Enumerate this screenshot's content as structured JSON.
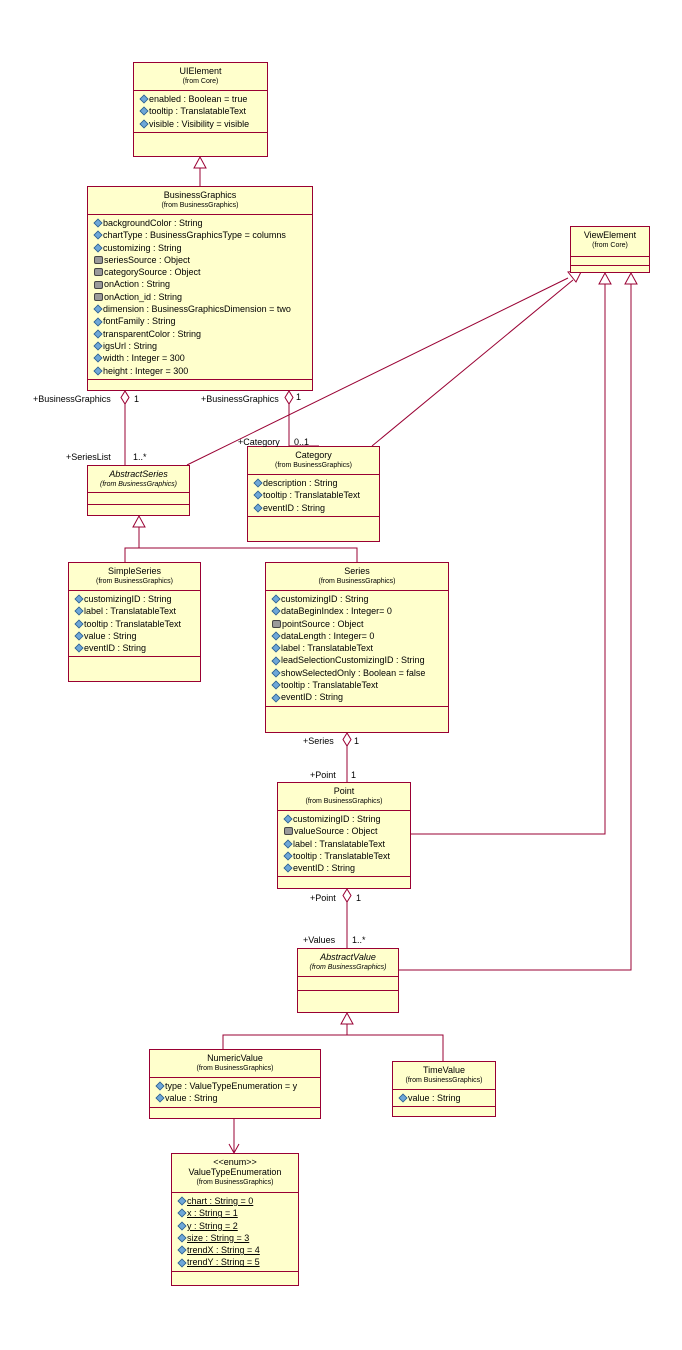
{
  "classes": {
    "uielement": {
      "name": "UIElement",
      "from": "(from Core)",
      "attrs": [
        {
          "t": "enabled : Boolean = true",
          "v": "pub"
        },
        {
          "t": "tooltip : TranslatableText",
          "v": "pub"
        },
        {
          "t": "visible : Visibility = visible",
          "v": "pub"
        }
      ]
    },
    "businessgraphics": {
      "name": "BusinessGraphics",
      "from": "(from BusinessGraphics)",
      "attrs": [
        {
          "t": "backgroundColor : String",
          "v": "pub"
        },
        {
          "t": "chartType : BusinessGraphicsType = columns",
          "v": "pub"
        },
        {
          "t": "customizing : String",
          "v": "pub"
        },
        {
          "t": "seriesSource : Object",
          "v": "prv"
        },
        {
          "t": "categorySource : Object",
          "v": "prv"
        },
        {
          "t": "onAction : String",
          "v": "prv"
        },
        {
          "t": "onAction_id : String",
          "v": "prv"
        },
        {
          "t": "dimension : BusinessGraphicsDimension = two",
          "v": "pub"
        },
        {
          "t": "fontFamily : String",
          "v": "pub"
        },
        {
          "t": "transparentColor : String",
          "v": "pub"
        },
        {
          "t": "igsUrl : String",
          "v": "pub"
        },
        {
          "t": "width : Integer = 300",
          "v": "pub"
        },
        {
          "t": "height : Integer = 300",
          "v": "pub"
        }
      ]
    },
    "viewelement": {
      "name": "ViewElement",
      "from": "(from Core)",
      "attrs": []
    },
    "abstractseries": {
      "name": "AbstractSeries",
      "from": "(from BusinessGraphics)",
      "attrs": []
    },
    "category": {
      "name": "Category",
      "from": "(from BusinessGraphics)",
      "attrs": [
        {
          "t": "description : String",
          "v": "pub"
        },
        {
          "t": "tooltip : TranslatableText",
          "v": "pub"
        },
        {
          "t": "eventID : String",
          "v": "pub"
        }
      ]
    },
    "simpleseries": {
      "name": "SimpleSeries",
      "from": "(from BusinessGraphics)",
      "attrs": [
        {
          "t": "customizingID : String",
          "v": "pub"
        },
        {
          "t": "label : TranslatableText",
          "v": "pub"
        },
        {
          "t": "tooltip : TranslatableText",
          "v": "pub"
        },
        {
          "t": "value : String",
          "v": "pub"
        },
        {
          "t": "eventID : String",
          "v": "pub"
        }
      ]
    },
    "series": {
      "name": "Series",
      "from": "(from BusinessGraphics)",
      "attrs": [
        {
          "t": "customizingID : String",
          "v": "pub"
        },
        {
          "t": "dataBeginIndex : Integer= 0",
          "v": "pub"
        },
        {
          "t": "pointSource : Object",
          "v": "prv"
        },
        {
          "t": "dataLength : Integer= 0",
          "v": "pub"
        },
        {
          "t": "label : TranslatableText",
          "v": "pub"
        },
        {
          "t": "leadSelectionCustomizingID : String",
          "v": "pub"
        },
        {
          "t": "showSelectedOnly : Boolean = false",
          "v": "pub"
        },
        {
          "t": "tooltip : TranslatableText",
          "v": "pub"
        },
        {
          "t": "eventID : String",
          "v": "pub"
        }
      ]
    },
    "point": {
      "name": "Point",
      "from": "(from BusinessGraphics)",
      "attrs": [
        {
          "t": "customizingID : String",
          "v": "pub"
        },
        {
          "t": "valueSource : Object",
          "v": "prv"
        },
        {
          "t": "label : TranslatableText",
          "v": "pub"
        },
        {
          "t": "tooltip : TranslatableText",
          "v": "pub"
        },
        {
          "t": "eventID : String",
          "v": "pub"
        }
      ]
    },
    "abstractvalue": {
      "name": "AbstractValue",
      "from": "(from BusinessGraphics)",
      "attrs": []
    },
    "numericvalue": {
      "name": "NumericValue",
      "from": "(from BusinessGraphics)",
      "attrs": [
        {
          "t": "type : ValueTypeEnumeration = y",
          "v": "pub"
        },
        {
          "t": "value : String",
          "v": "pub"
        }
      ]
    },
    "timevalue": {
      "name": "TimeValue",
      "from": "(from BusinessGraphics)",
      "attrs": [
        {
          "t": "value : String",
          "v": "pub"
        }
      ]
    },
    "valuetypeenumeration": {
      "stereotype": "<<enum>>",
      "name": "ValueTypeEnumeration",
      "from": "(from BusinessGraphics)",
      "attrs": [
        {
          "t": "chart : String = 0",
          "v": "pub"
        },
        {
          "t": "x : String = 1",
          "v": "pub"
        },
        {
          "t": "y : String = 2",
          "v": "pub"
        },
        {
          "t": "size : String = 3",
          "v": "pub"
        },
        {
          "t": "trendX : String = 4",
          "v": "pub"
        },
        {
          "t": "trendY : String = 5",
          "v": "pub"
        }
      ]
    }
  },
  "labels": {
    "bg_role_series": "+BusinessGraphics",
    "bg_mult_series": "1",
    "bg_role_category": "+BusinessGraphics",
    "bg_mult_category": "1",
    "serieslist_role": "+SeriesList",
    "serieslist_mult": "1..*",
    "category_role": "+Category",
    "category_mult": "0..1",
    "series_role": "+Series",
    "series_mult": "1",
    "point_role": "+Point",
    "point_mult": "1",
    "point_role2": "+Point",
    "point_mult2": "1",
    "values_role": "+Values",
    "values_mult": "1..*"
  },
  "colors": {
    "line": "#990033",
    "fill": "#ffffcc"
  }
}
